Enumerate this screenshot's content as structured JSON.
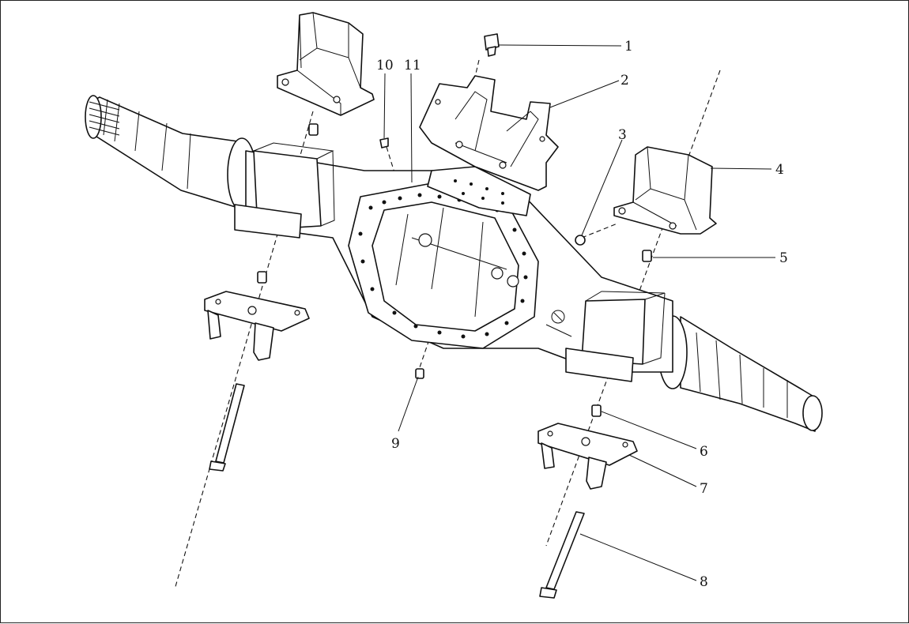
{
  "diagram": {
    "callouts": [
      {
        "id": "c1",
        "label": "1"
      },
      {
        "id": "c2",
        "label": "2"
      },
      {
        "id": "c3",
        "label": "3"
      },
      {
        "id": "c4",
        "label": "4"
      },
      {
        "id": "c5",
        "label": "5"
      },
      {
        "id": "c6",
        "label": "6"
      },
      {
        "id": "c7",
        "label": "7"
      },
      {
        "id": "c8",
        "label": "8"
      },
      {
        "id": "c9",
        "label": "9"
      },
      {
        "id": "c10",
        "label": "10"
      },
      {
        "id": "c11",
        "label": "11"
      }
    ],
    "colors": {
      "line": "#111111",
      "background": "#ffffff"
    }
  }
}
